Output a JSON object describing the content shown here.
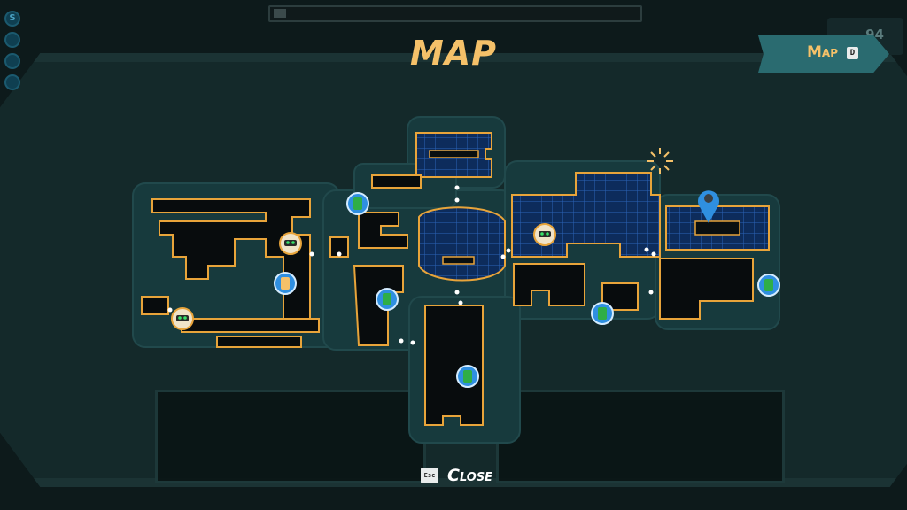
{
  "screen": {
    "title": "MAP"
  },
  "nav_tab": {
    "label": "Map",
    "key": "D"
  },
  "footer": {
    "close_label": "Close",
    "close_key": "Esc"
  },
  "hud": {
    "counter": "94",
    "top_left_badge": "S"
  },
  "colors": {
    "accent": "#f5c169",
    "region_fill": "#173a3d",
    "room_outline": "#e8a43a",
    "explored_grid": "#1d4a86",
    "marker_blue": "#2f8fe0",
    "item_green": "#2fae47"
  },
  "legend_icons": [
    "item-green-canister-icon",
    "robot-npc-icon",
    "gold-item-icon",
    "location-pin-icon",
    "sparkle-icon"
  ]
}
